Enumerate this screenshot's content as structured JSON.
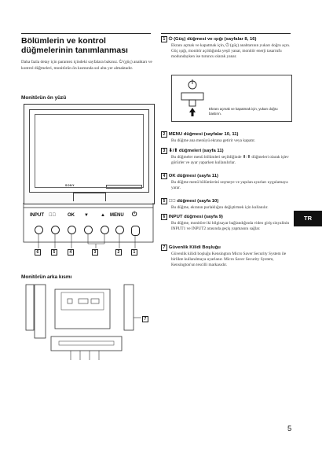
{
  "heading": "Bölümlerin ve kontrol düğmelerinin tanımlanması",
  "intro": "Daha fazla detay için parantez içindeki sayfalara bakınız. ⏻ (güç) anahtarı ve kontrol düğmeleri, monitörün ön kısmında sol alta yer almaktadır.",
  "front_title": "Monitörün ön yüzü",
  "back_title": "Monitörün arka kısmı",
  "monitor_logo": "SONY",
  "controls": [
    {
      "label": "INPUT",
      "icon": "input-icon"
    },
    {
      "label": "☀⃞",
      "icon": "brightness-icon"
    },
    {
      "label": "OK",
      "icon": "ok-icon"
    },
    {
      "label": "▼",
      "icon": "down-arrow-icon"
    },
    {
      "label": "▲",
      "icon": "up-arrow-icon"
    },
    {
      "label": "MENU",
      "icon": "menu-icon"
    },
    {
      "label": "⏻",
      "icon": "power-icon"
    }
  ],
  "callouts": [
    "6",
    "5",
    "4",
    "3",
    "2",
    "1"
  ],
  "back_callout": "7",
  "items": [
    {
      "num": "1",
      "title": "⏻ (Güç) düğmesi ve ışığı (sayfalar 8, 16)",
      "desc": "Ekranı açmak ve kapatmak için, ⏻ (güç) anahtarının yukarı doğru açın. Güç ışığı, monitör açıldığında yeşil yanar, monitör enerji tasarrufu modundayken ise turuncu olarak yanar."
    },
    {
      "num": "2",
      "title": "MENU düğmesi (sayfalar 10, 11)",
      "desc": "Bu düğme ana menüyü ekrana getirir veya kapatır."
    },
    {
      "num": "3",
      "title": "⬇/⬆ düğmeleri (sayfa 11)",
      "desc": "Bu düğmeler menü bölümleri seçildiğinde ⬇/⬆ düğmeleri olarak işlev görürler ve ayar yaparken kullanılırlar."
    },
    {
      "num": "4",
      "title": "OK düğmesi (sayfa 11)",
      "desc": "Bu düğme menü bölümlerini seçmeye ve yapılan ayarları uygulamaya yarar."
    },
    {
      "num": "5",
      "title": "☀⃞ düğmesi (sayfa 10)",
      "desc": "Bu düğme, ekranın parlaklığını değiştirmek için kullanılır."
    },
    {
      "num": "6",
      "title": "INPUT düğmesi (sayfa 9)",
      "desc": "Bu düğme, monitöre iki bilgisayar bağlandığında video giriş sinyalinin INPUT1 ve INPUT2 arasında geçiş yapmasını sağlar."
    },
    {
      "num": "7",
      "title": "Güvenlik Kilidi Boşluğu",
      "desc": "Güvenlik kilidi boşluğu Kensington Micro Saver Security System ile birlikte kullanılmaya uyarlanır. Micro Saver Security System, Kensington'un tescilli markasıdır."
    }
  ],
  "illus_caption": "Ekranı açmak ve kapatmak için, yukarı doğru bastırın.",
  "tab_label": "TR",
  "page_number": "5"
}
